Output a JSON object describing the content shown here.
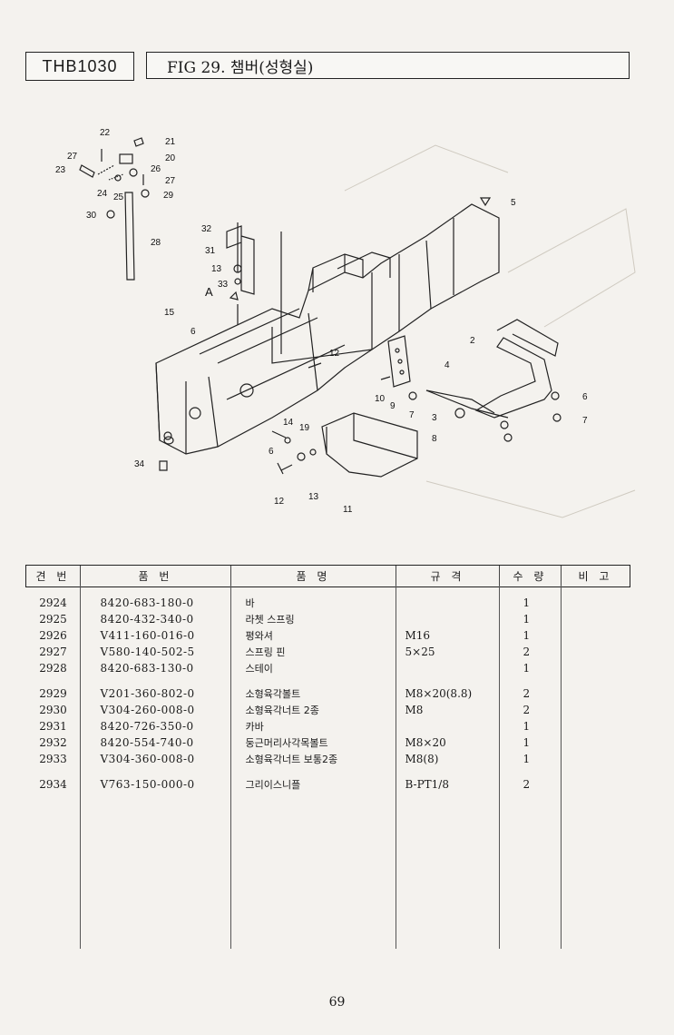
{
  "header": {
    "model": "THB1030",
    "figure_title": "FIG 29. 챔버(성형실)"
  },
  "callouts": [
    "21",
    "20",
    "22",
    "27",
    "26",
    "23",
    "27",
    "24",
    "25",
    "29",
    "30",
    "28",
    "32",
    "31",
    "13",
    "33",
    "A",
    "15",
    "6",
    "12",
    "5",
    "2",
    "4",
    "10",
    "9",
    "7",
    "3",
    "8",
    "6",
    "7",
    "14",
    "19",
    "6",
    "34",
    "12",
    "13",
    "11"
  ],
  "table": {
    "headers": [
      "견 번",
      "품 번",
      "품 명",
      "규 격",
      "수 량",
      "비 고"
    ],
    "groups": [
      [
        {
          "no": "2924",
          "part": "8420-683-180-0",
          "name": "바",
          "spec": "",
          "qty": "1",
          "note": ""
        },
        {
          "no": "2925",
          "part": "8420-432-340-0",
          "name": "라쳇 스프링",
          "spec": "",
          "qty": "1",
          "note": ""
        },
        {
          "no": "2926",
          "part": "V411-160-016-0",
          "name": "평와셔",
          "spec": "M16",
          "qty": "1",
          "note": ""
        },
        {
          "no": "2927",
          "part": "V580-140-502-5",
          "name": "스프링 핀",
          "spec": "5×25",
          "qty": "2",
          "note": ""
        },
        {
          "no": "2928",
          "part": "8420-683-130-0",
          "name": "스테이",
          "spec": "",
          "qty": "1",
          "note": ""
        }
      ],
      [
        {
          "no": "2929",
          "part": "V201-360-802-0",
          "name": "소형육각볼트",
          "spec": "M8×20(8.8)",
          "qty": "2",
          "note": ""
        },
        {
          "no": "2930",
          "part": "V304-260-008-0",
          "name": "소형육각너트 2종",
          "spec": "M8",
          "qty": "2",
          "note": ""
        },
        {
          "no": "2931",
          "part": "8420-726-350-0",
          "name": "카바",
          "spec": "",
          "qty": "1",
          "note": ""
        },
        {
          "no": "2932",
          "part": "8420-554-740-0",
          "name": "둥근머리사각목볼트",
          "spec": "M8×20",
          "qty": "1",
          "note": ""
        },
        {
          "no": "2933",
          "part": "V304-360-008-0",
          "name": "소형육각너트 보통2종",
          "spec": "M8(8)",
          "qty": "1",
          "note": ""
        }
      ],
      [
        {
          "no": "2934",
          "part": "V763-150-000-0",
          "name": "그리이스니플",
          "spec": "B-PT1/8",
          "qty": "2",
          "note": ""
        }
      ]
    ]
  },
  "page_number": "69"
}
